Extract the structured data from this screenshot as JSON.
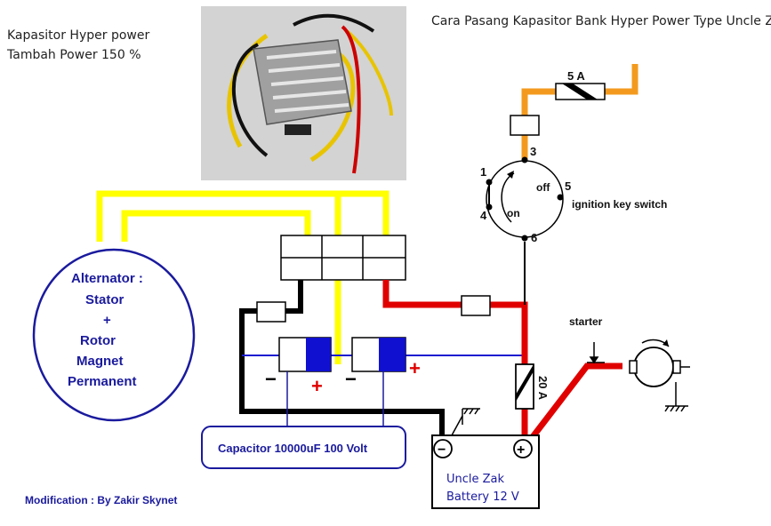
{
  "texts": {
    "capacitor_heading_line1": "Kapasitor Hyper power",
    "capacitor_heading_line2": "Tambah Power 150 %",
    "main_title": "Cara Pasang Kapasitor Bank Hyper Power Type Uncle Zak",
    "alternator_line1": "Alternator :",
    "alternator_line2": "Stator",
    "alternator_line3": "+",
    "alternator_line4": "Rotor",
    "alternator_line5": "Magnet",
    "alternator_line6": "Permanent",
    "capacitor_label": "Capacitor  10000uF 100 Volt",
    "battery_line1": "Uncle Zak",
    "battery_line2": "Battery 12 V",
    "battery_minus": "−",
    "battery_plus": "+",
    "fuse_top": "5 A",
    "fuse_main": "20 A",
    "ignition_label": "ignition key switch",
    "switch_off": "off",
    "switch_on": "on",
    "terminal_1": "1",
    "terminal_3": "3",
    "terminal_4": "4",
    "terminal_5": "5",
    "terminal_6": "6",
    "starter_label": "starter",
    "cap_minus_1": "−",
    "cap_plus_1": "+",
    "cap_minus_2": "−",
    "cap_plus_2": "+",
    "credit": "Modification : By Zakir Skynet"
  },
  "colors": {
    "yellow_wire": "#ffff00",
    "red_wire": "#e00000",
    "orange_wire": "#f39a1e",
    "black_wire": "#000000",
    "blue_wire": "#1a1ad0",
    "capacitor_blue": "#1010d0",
    "label_blue": "#1a1a9e"
  }
}
